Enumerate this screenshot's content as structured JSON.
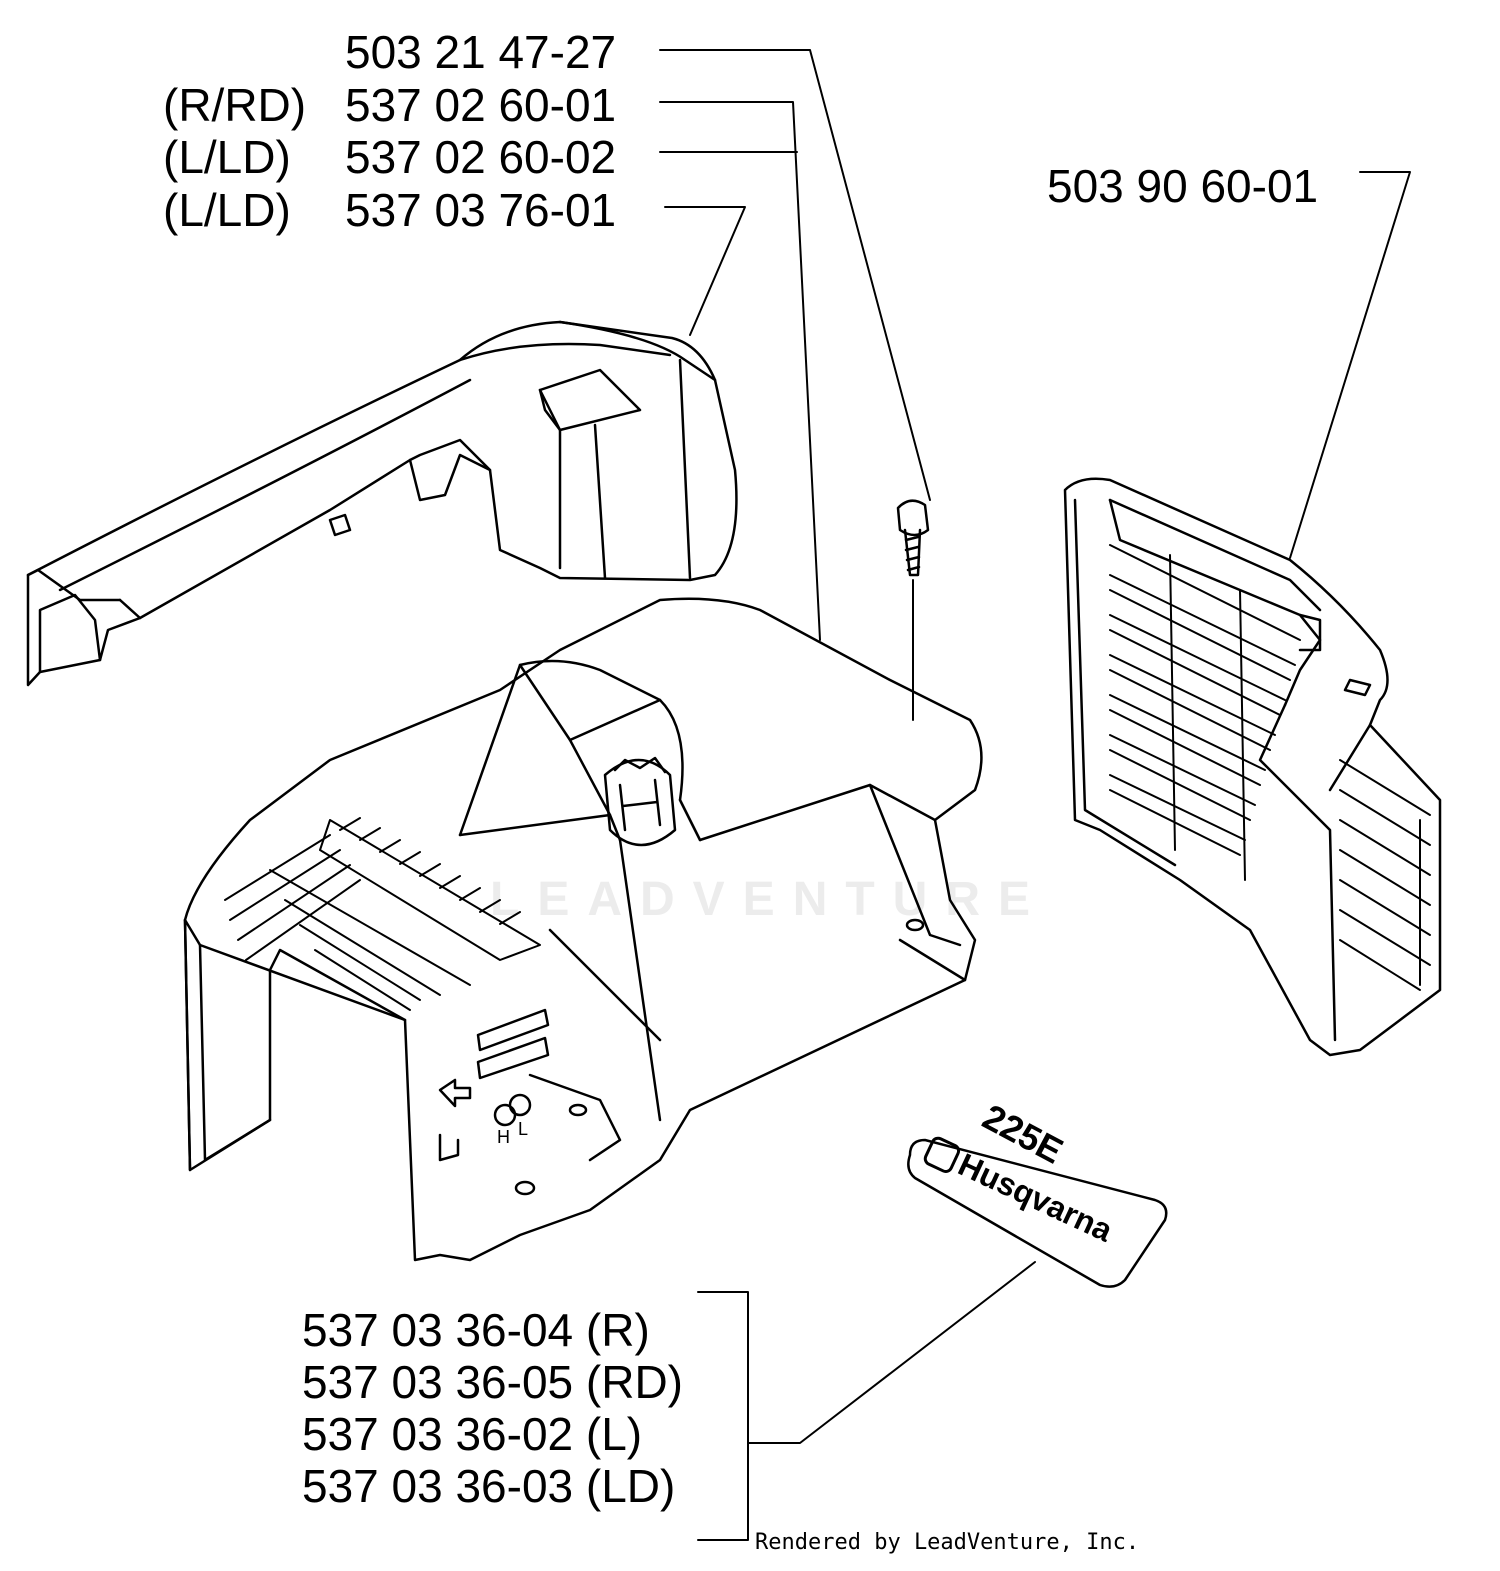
{
  "labels": {
    "top_group": [
      {
        "prefix": "",
        "part": "503 21 47-27"
      },
      {
        "prefix": "(R/RD)",
        "part": "537 02 60-01"
      },
      {
        "prefix": "(L/LD)",
        "part": "537 02 60-02"
      },
      {
        "prefix": "(L/LD)",
        "part": "537 03 76-01"
      }
    ],
    "right_group": [
      {
        "part": "503 90 60-01"
      }
    ],
    "bottom_group": [
      {
        "part": "537 03 36-04 (R)"
      },
      {
        "part": "537 03 36-05 (RD)"
      },
      {
        "part": "537 03 36-02 (L)"
      },
      {
        "part": "537 03 36-03 (LD)"
      }
    ]
  },
  "decal": {
    "model": "225E",
    "brand": "Husqvarna"
  },
  "controls": {
    "h": "H",
    "l": "L"
  },
  "watermark": "LEADVENTURE",
  "footer": "Rendered by LeadVenture, Inc.",
  "colors": {
    "line": "#000000",
    "background": "#ffffff",
    "watermark": "#e6e6e6"
  }
}
